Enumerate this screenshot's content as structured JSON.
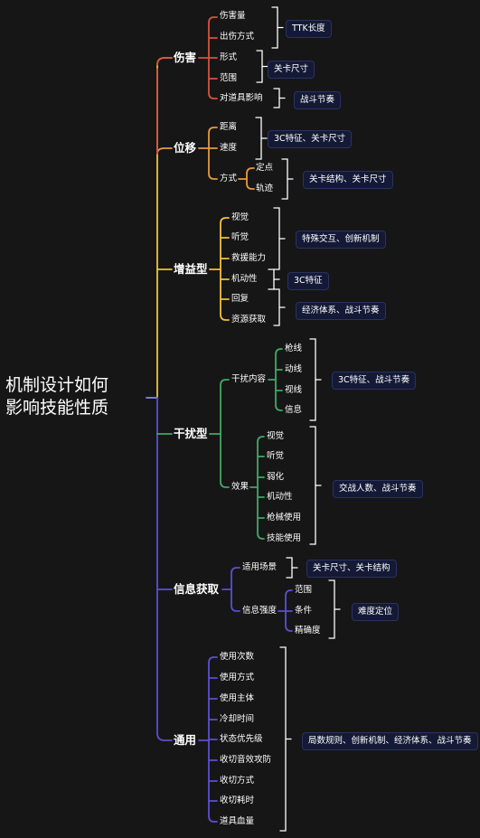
{
  "root": "机制设计如何影响技能性质",
  "colors": {
    "damage": "#d9503f",
    "move": "#e89a3b",
    "buff": "#f0c23a",
    "interfere": "#3fa967",
    "info": "#5a4fd0",
    "general": "#5a4fd0",
    "bracket": "#ffffff",
    "tag_bg": "#141a36"
  },
  "categories": {
    "damage": {
      "label": "伤害",
      "items": [
        "伤害量",
        "出伤方式",
        "形式",
        "范围",
        "对道具影响"
      ],
      "tags": [
        "TTK长度",
        "关卡尺寸",
        "战斗节奏"
      ]
    },
    "move": {
      "label": "位移",
      "items": [
        "距离",
        "速度",
        "方式"
      ],
      "sub": [
        "定点",
        "轨迹"
      ],
      "tags": [
        "3C特征、关卡尺寸",
        "关卡结构、关卡尺寸"
      ]
    },
    "buff": {
      "label": "增益型",
      "items": [
        "视觉",
        "听觉",
        "救援能力",
        "机动性",
        "回复",
        "资源获取"
      ],
      "tags": [
        "特殊交互、创新机制",
        "3C特征",
        "经济体系、战斗节奏"
      ]
    },
    "interfere": {
      "label": "干扰型",
      "groups": [
        "干扰内容",
        "效果"
      ],
      "content_items": [
        "枪线",
        "动线",
        "视线",
        "信息"
      ],
      "effect_items": [
        "视觉",
        "听觉",
        "弱化",
        "机动性",
        "枪械使用",
        "技能使用"
      ],
      "tags": [
        "3C特征、战斗节奏",
        "交战人数、战斗节奏"
      ]
    },
    "info": {
      "label": "信息获取",
      "groups": [
        "适用场景",
        "信息强度"
      ],
      "strength_items": [
        "范围",
        "条件",
        "精确度"
      ],
      "tags": [
        "关卡尺寸、关卡结构",
        "难度定位"
      ]
    },
    "general": {
      "label": "通用",
      "items": [
        "使用次数",
        "使用方式",
        "使用主体",
        "冷却时间",
        "状态优先级",
        "收切音效攻防",
        "收切方式",
        "收切耗时",
        "道具血量"
      ],
      "tags": [
        "局数规则、创新机制、经济体系、战斗节奏"
      ]
    }
  }
}
